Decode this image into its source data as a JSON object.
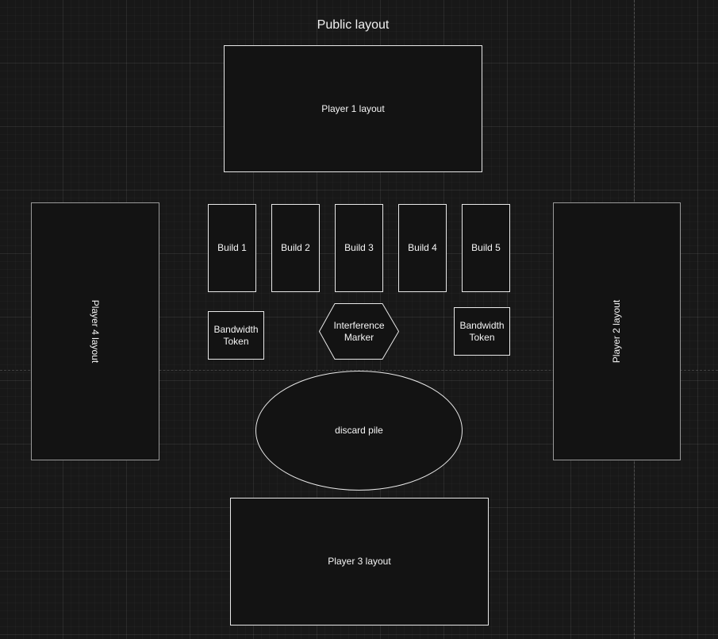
{
  "diagram": {
    "title": "Public layout",
    "players": {
      "player1": "Player 1 layout",
      "player2": "Player 2 layout",
      "player3": "Player 3 layout",
      "player4": "Player 4 layout"
    },
    "builds": [
      "Build 1",
      "Build 2",
      "Build 3",
      "Build 4",
      "Build 5"
    ],
    "tokens": {
      "left": "Bandwidth\nToken",
      "right": "Bandwidth\nToken"
    },
    "interference_marker": "Interference\nMarker",
    "discard_pile": "discard pile"
  }
}
